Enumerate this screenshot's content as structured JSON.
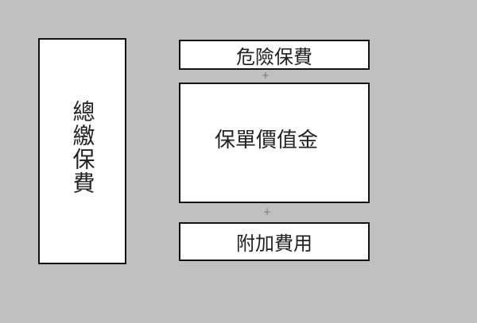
{
  "total_premium": "總繳保費",
  "risk_premium": "危險保費",
  "plus_1": "+",
  "policy_value": "保單價值金",
  "plus_2": "+",
  "additional_fees": "附加費用"
}
